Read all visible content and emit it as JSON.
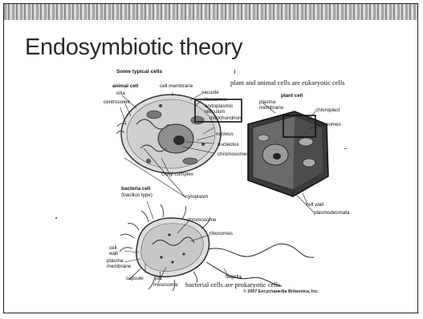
{
  "slide": {
    "title": "Endosymbiotic theory"
  },
  "figure": {
    "heading": "Some typical cells",
    "animal_caption": "plant and animal cells are eukaryotic cells",
    "bacteria_caption": "bacterial cells are prokaryotic cells",
    "copyright": "© 2007 Encyclopædia Britannica, Inc.",
    "animal_labels": {
      "animal_cell": "animal cell",
      "cell_membrane": "cell membrane",
      "cilia": "cilia",
      "cytoplasm": "cytoplasm",
      "vacuole": "vacuole",
      "ribosomes": "ribosomes",
      "endoplasmic_reticulum": "endoplasmic reticulum",
      "centrosome": "centrosome",
      "mitochondrion": "mitochondrion",
      "nucleus": "nucleus",
      "nucleolus": "nucleolus",
      "chromosomes": "chromosomes",
      "golgi_complex": "Golgi complex",
      "cytoplasm_shared": "cytoplasm"
    },
    "plant_labels": {
      "plant_cell": "plant cell",
      "plasma_membrane": "plasma membrane",
      "chloroplast": "chloroplast",
      "lysosomes": "lysosomes",
      "cell_wall": "cell wall",
      "plasmodesmata": "plasmodesmata"
    },
    "bacteria_labels": {
      "bacteria_cell": "bacteria cell",
      "bacillus_type": "(bacillus type)",
      "chromosome": "chromosome",
      "ribosomes": "ribosomes",
      "cell_wall": "cell wall",
      "plasma_membrane": "plasma membrane",
      "capsule": "capsule",
      "pili": "pili",
      "mesosome": "mesosome",
      "flagella": "flagella"
    }
  }
}
